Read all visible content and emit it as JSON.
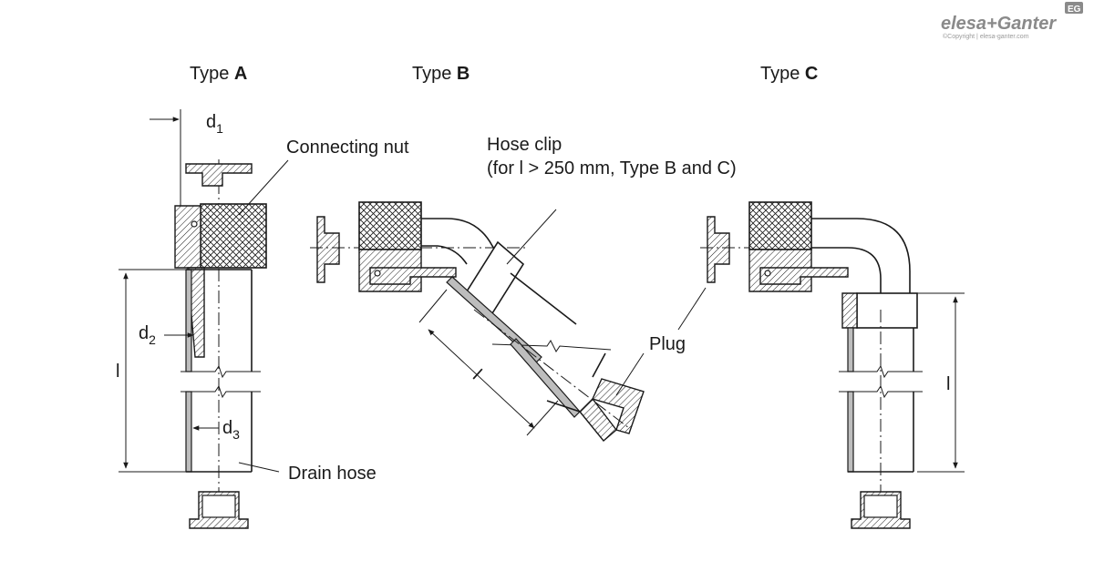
{
  "logo": {
    "brand": "elesa+Ganter",
    "badge": "EG",
    "copyright": "©Copyright | elesa-ganter.com"
  },
  "types": [
    {
      "prefix": "Type ",
      "letter": "A"
    },
    {
      "prefix": "Type ",
      "letter": "B"
    },
    {
      "prefix": "Type ",
      "letter": "C"
    }
  ],
  "labels": {
    "connecting_nut": "Connecting nut",
    "hose_clip_line1": "Hose clip",
    "hose_clip_line2": "(for l > 250 mm, Type B and C)",
    "plug": "Plug",
    "drain_hose": "Drain hose"
  },
  "dims": {
    "d1": {
      "base": "d",
      "sub": "1"
    },
    "d2": {
      "base": "d",
      "sub": "2"
    },
    "d3": {
      "base": "d",
      "sub": "3"
    },
    "l": "l"
  }
}
